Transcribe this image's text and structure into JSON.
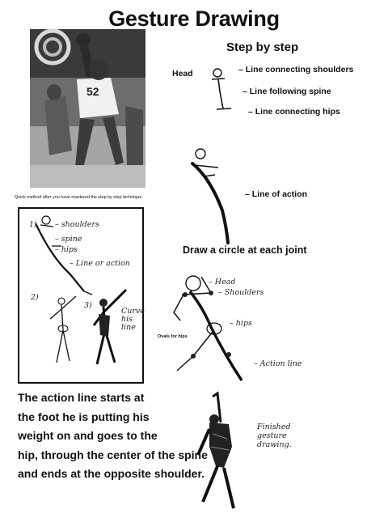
{
  "title": "Gesture Drawing",
  "step_heading": "Step by step",
  "step_labels": {
    "head": "Head",
    "shoulders": "Line connecting shoulders",
    "spine": "Line following spine",
    "hips": "Line connecting hips",
    "action": "Line of action"
  },
  "quick_note": "Quick method after you have mastered the step by step technique",
  "quick_labels": {
    "n1": "1)",
    "shoulders": "shoulders",
    "spine": "spine",
    "hips": "hips",
    "action": "Line or action",
    "n2": "2)",
    "n3": "3)",
    "curve": "Curve his line"
  },
  "circle_heading": "Draw a circle at each joint",
  "circle_labels": {
    "head": "Head",
    "shoulders": "Shoulders",
    "hips": "hips",
    "action": "Action line",
    "ovals": "Ovals for hips"
  },
  "finished_label": "Finished gesture drawing.",
  "explanation": [
    "The action line starts at",
    "the foot he is putting his",
    "weight on and goes to the",
    "hip, through the center of the spine",
    "and ends at the opposite shoulder."
  ]
}
